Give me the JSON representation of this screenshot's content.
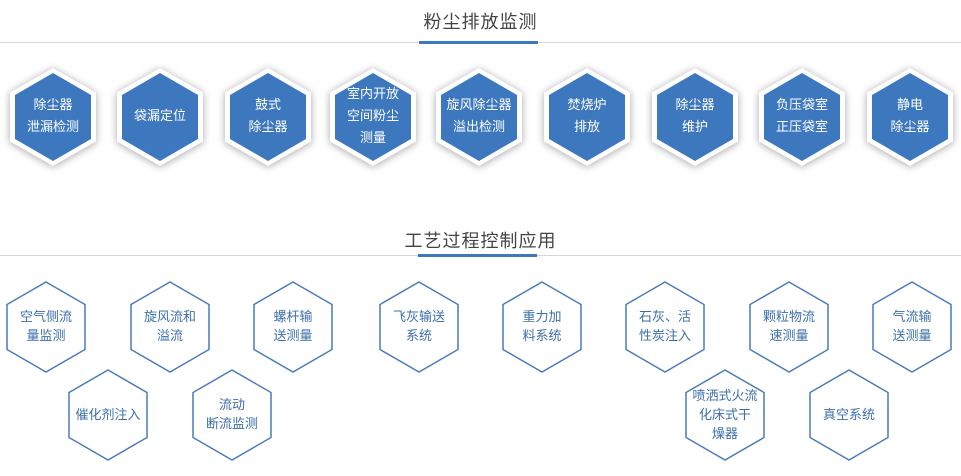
{
  "section1": {
    "title": "粉尘排放监测",
    "items": [
      {
        "lines": [
          "除尘器",
          "泄漏检测"
        ]
      },
      {
        "lines": [
          "袋漏定位"
        ]
      },
      {
        "lines": [
          "鼓式",
          "除尘器"
        ]
      },
      {
        "lines": [
          "室内开放",
          "空间粉尘",
          "测量"
        ]
      },
      {
        "lines": [
          "旋风除尘器",
          "溢出检测"
        ]
      },
      {
        "lines": [
          "焚烧炉",
          "排放"
        ]
      },
      {
        "lines": [
          "除尘器",
          "维护"
        ]
      },
      {
        "lines": [
          "负压袋室",
          "正压袋室"
        ]
      },
      {
        "lines": [
          "静电",
          "除尘器"
        ]
      }
    ]
  },
  "section2": {
    "title": "工艺过程控制应用",
    "items": [
      {
        "lines": [
          "空气侧流",
          "量监测"
        ]
      },
      {
        "lines": [
          "旋风流和",
          "溢流"
        ]
      },
      {
        "lines": [
          "螺杆输",
          "送测量"
        ]
      },
      {
        "lines": [
          "飞灰输送",
          "系统"
        ]
      },
      {
        "lines": [
          "重力加",
          "料系统"
        ]
      },
      {
        "lines": [
          "石灰、活",
          "性炭注入"
        ]
      },
      {
        "lines": [
          "颗粒物流",
          "速测量"
        ]
      },
      {
        "lines": [
          "气流输",
          "送测量"
        ]
      },
      {
        "lines": [
          "催化剂注入"
        ]
      },
      {
        "lines": [
          "流动",
          "断流监测"
        ]
      },
      {
        "lines": [
          "喷洒式火流",
          "化床式干",
          "燥器"
        ]
      },
      {
        "lines": [
          "真空系统"
        ]
      }
    ]
  },
  "colors": {
    "accent": "#3d78bf",
    "hex_fill": "#3d78bf",
    "hex_outline": "#4a7cb8",
    "outline_text": "#3d6fa8",
    "divider": "#d7d7d7",
    "title_text": "#444444"
  }
}
